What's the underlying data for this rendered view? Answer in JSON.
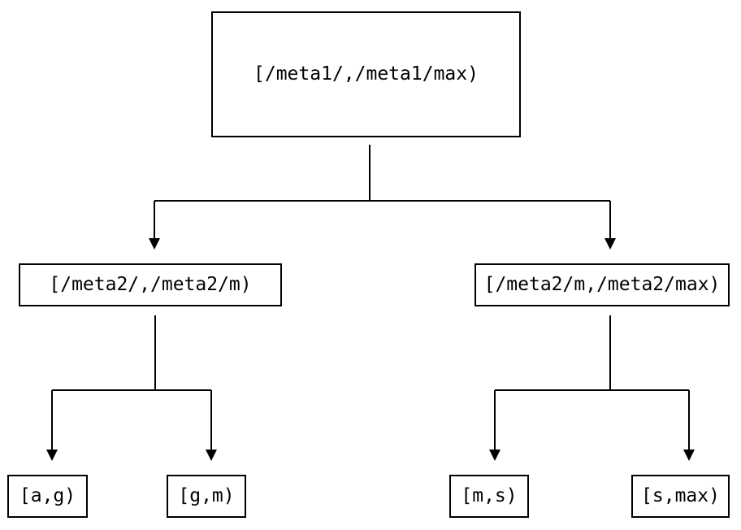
{
  "diagram": {
    "type": "tree",
    "colors": {
      "line": "#000000",
      "text": "#000000",
      "background": "#ffffff"
    },
    "nodes": {
      "root": {
        "label": "[/meta1/,/meta1/max)"
      },
      "meta2_low": {
        "label": "[/meta2/,/meta2/m)"
      },
      "meta2_high": {
        "label": "[/meta2/m,/meta2/max)"
      },
      "leaf_ag": {
        "label": "[a,g)"
      },
      "leaf_gm": {
        "label": "[g,m)"
      },
      "leaf_ms": {
        "label": "[m,s)"
      },
      "leaf_smax": {
        "label": "[s,max)"
      }
    },
    "edges": [
      {
        "from": "root",
        "to": "meta2_low"
      },
      {
        "from": "root",
        "to": "meta2_high"
      },
      {
        "from": "meta2_low",
        "to": "leaf_ag"
      },
      {
        "from": "meta2_low",
        "to": "leaf_gm"
      },
      {
        "from": "meta2_high",
        "to": "leaf_ms"
      },
      {
        "from": "meta2_high",
        "to": "leaf_smax"
      }
    ]
  }
}
